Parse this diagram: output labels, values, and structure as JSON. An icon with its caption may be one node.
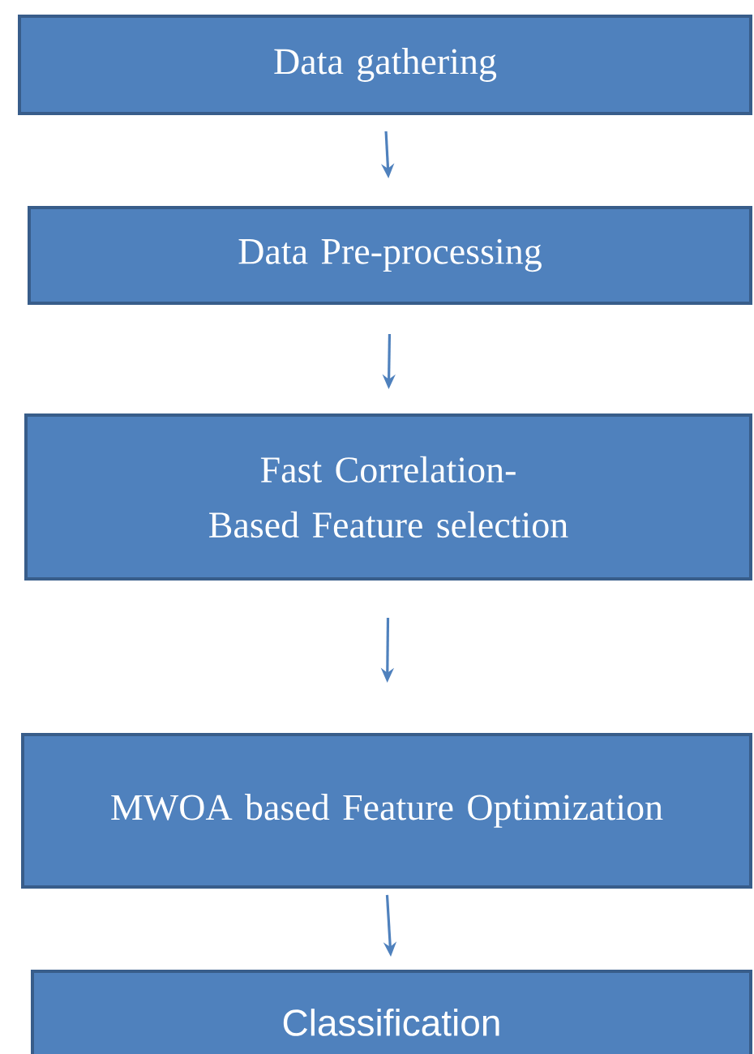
{
  "diagram": {
    "nodes": [
      {
        "text": [
          "Data gathering"
        ]
      },
      {
        "text": [
          "Data Pre-processing"
        ]
      },
      {
        "text": [
          "Fast Correlation-Based Feature selection"
        ]
      },
      {
        "text": [
          "MWOA based Feature Optimization"
        ]
      },
      {
        "text": [
          "Classification"
        ]
      }
    ],
    "edges": [
      {
        "from": 0,
        "to": 1,
        "arrow": "to"
      },
      {
        "from": 1,
        "to": 2,
        "arrow": "to"
      },
      {
        "from": 2,
        "to": 3,
        "arrow": "to"
      },
      {
        "from": 3,
        "to": 4,
        "arrow": "to"
      }
    ]
  }
}
